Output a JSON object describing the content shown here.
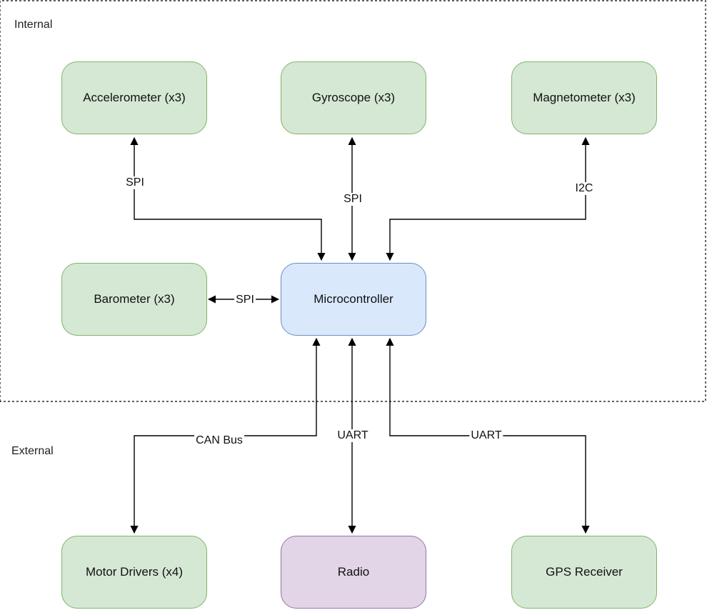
{
  "regions": {
    "internal": "Internal",
    "external": "External"
  },
  "nodes": {
    "accelerometer": "Accelerometer (x3)",
    "gyroscope": "Gyroscope (x3)",
    "magnetometer": "Magnetometer (x3)",
    "barometer": "Barometer (x3)",
    "microcontroller": "Microcontroller",
    "motor_drivers": "Motor Drivers (x4)",
    "radio": "Radio",
    "gps_receiver": "GPS Receiver"
  },
  "edges": {
    "accelerometer_bus": "SPI",
    "gyroscope_bus": "SPI",
    "magnetometer_bus": "I2C",
    "barometer_bus": "SPI",
    "motor_drivers_bus": "CAN Bus",
    "radio_bus": "UART",
    "gps_bus": "UART"
  },
  "colors": {
    "sensor_fill": "#d5e8d4",
    "sensor_border": "#82b366",
    "controller_fill": "#dae8fc",
    "controller_border": "#6c8ebf",
    "radio_fill": "#e1d5e7",
    "radio_border": "#9673a6"
  }
}
